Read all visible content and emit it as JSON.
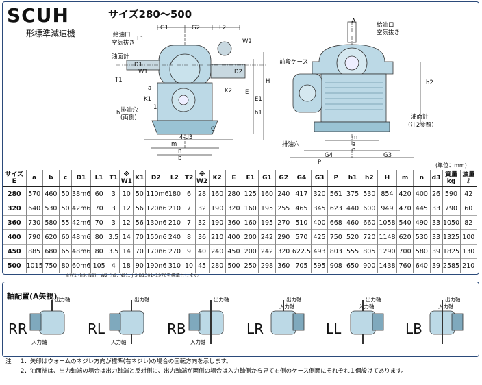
{
  "header": {
    "series": "SCUH",
    "subtitle": "形標準減速機",
    "size_range": "サイズ280～500"
  },
  "drawing_labels": {
    "oil_filler": "給油口",
    "air_vent": "空気抜き",
    "oil_gauge": "油面計",
    "drain": "排油穴",
    "drain_both": "(両側)",
    "front_case": "前段ケース",
    "oil_gauge_note": "油面計",
    "oil_gauge_note2": "(注2参照)",
    "drain2": "排油穴",
    "oil_filler2": "給油口",
    "air_vent2": "空気抜き",
    "arrow_a": "A",
    "dims_left": [
      "G1",
      "G2",
      "L1",
      "L2",
      "W2",
      "W1",
      "T1",
      "D1",
      "D2",
      "K1",
      "K2",
      "E",
      "E1",
      "H",
      "h1",
      "h",
      "C",
      "4-d3",
      "m",
      "n",
      "b",
      "a",
      "1"
    ],
    "dims_right": [
      "h2",
      "a",
      "m",
      "n",
      "G4",
      "G3",
      "P"
    ]
  },
  "unit_note": "(単位：mm)",
  "table": {
    "headers": [
      "サイズ E",
      "a",
      "b",
      "c",
      "D1",
      "L1",
      "T1",
      "※ W1",
      "K1",
      "D2",
      "L2",
      "T2",
      "※ W2",
      "K2",
      "E",
      "E1",
      "G1",
      "G2",
      "G4",
      "G3",
      "P",
      "h1",
      "h2",
      "H",
      "m",
      "n",
      "d3",
      "質量 kg",
      "油量 ℓ"
    ],
    "rows": [
      [
        "280",
        "570",
        "460",
        "50",
        "38m6",
        "60",
        "3",
        "10",
        "50",
        "110m6",
        "180",
        "6",
        "28",
        "160",
        "280",
        "125",
        "160",
        "240",
        "417",
        "320",
        "561",
        "375",
        "530",
        "854",
        "420",
        "400",
        "26",
        "590",
        "42"
      ],
      [
        "320",
        "640",
        "530",
        "50",
        "42m6",
        "70",
        "3",
        "12",
        "56",
        "120n6",
        "210",
        "7",
        "32",
        "190",
        "320",
        "160",
        "195",
        "255",
        "465",
        "345",
        "623",
        "440",
        "600",
        "949",
        "470",
        "445",
        "33",
        "790",
        "60"
      ],
      [
        "360",
        "730",
        "580",
        "55",
        "42m6",
        "70",
        "3",
        "12",
        "56",
        "130n6",
        "210",
        "7",
        "32",
        "190",
        "360",
        "160",
        "195",
        "270",
        "510",
        "400",
        "668",
        "460",
        "660",
        "1058",
        "540",
        "490",
        "33",
        "1050",
        "82"
      ],
      [
        "400",
        "790",
        "620",
        "60",
        "48m6",
        "80",
        "3.5",
        "14",
        "70",
        "150n6",
        "240",
        "8",
        "36",
        "210",
        "400",
        "200",
        "242",
        "290",
        "570",
        "425",
        "750",
        "520",
        "720",
        "1148",
        "620",
        "530",
        "33",
        "1325",
        "100"
      ],
      [
        "450",
        "885",
        "680",
        "65",
        "48m6",
        "80",
        "3.5",
        "14",
        "70",
        "170n6",
        "270",
        "9",
        "40",
        "240",
        "450",
        "200",
        "242",
        "320",
        "622.5",
        "493",
        "803",
        "555",
        "805",
        "1290",
        "700",
        "580",
        "39",
        "1825",
        "130"
      ],
      [
        "500",
        "1015",
        "750",
        "80",
        "60m6",
        "105",
        "4",
        "18",
        "90",
        "190n6",
        "310",
        "10",
        "45",
        "280",
        "500",
        "250",
        "298",
        "360",
        "705",
        "595",
        "908",
        "650",
        "900",
        "1438",
        "760",
        "640",
        "39",
        "2585",
        "210"
      ]
    ]
  },
  "footnote": "※W1 (h9, N9)、W2 (h9, N9)…JIS B1301–1976を標準とします。",
  "arrangement": {
    "title": "軸配置(A矢視)",
    "output_shaft": "出力軸",
    "input_shaft": "入力軸",
    "codes": [
      "RR",
      "RL",
      "RB",
      "LR",
      "LL",
      "LB"
    ]
  },
  "notes": {
    "prefix": "注",
    "items": [
      "1．矢印はウォームのネジレ方向が標準(右ネジレ)の場合の回転方向を示します。",
      "2．油面計は、出力軸端の場合は出力軸端と反対側に、出力軸端が両側の場合は入力軸側から見て右側のケース側面にそれぞれ１個設けてあります。"
    ]
  },
  "colors": {
    "gearbox_body": "#bcd9e6",
    "gearbox_shadow": "#7fa9bd",
    "frame": "#2b4a7a",
    "line": "#333333"
  }
}
